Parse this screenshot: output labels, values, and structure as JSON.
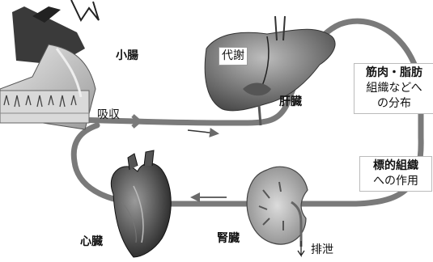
{
  "labels": {
    "small_intestine": "小腸",
    "absorption": "吸収",
    "metabolism": "代謝",
    "liver": "肝臓",
    "heart": "心臓",
    "kidney": "腎臓",
    "excretion": "排泄"
  },
  "boxes": {
    "muscle_fat": {
      "line1": "筋肉・脂肪",
      "line2": "組織などへ",
      "line3": "の分布"
    },
    "target": {
      "line1": "標的組織",
      "line2": "への作用"
    }
  }
}
